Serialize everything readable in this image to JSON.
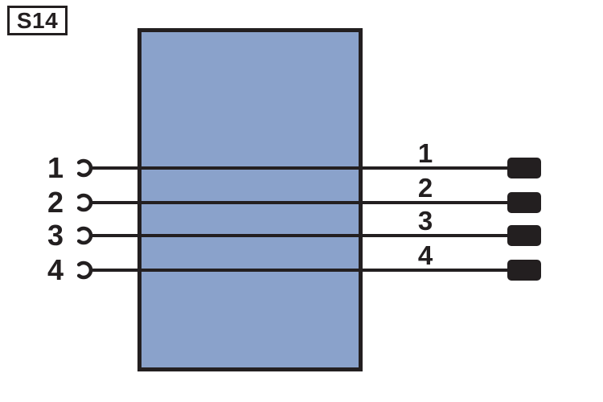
{
  "diagram": {
    "component_label": "S14",
    "component_fill": "#8aa2cb",
    "line_color": "#231f20",
    "background": "#ffffff",
    "wires": [
      {
        "left_pin": "1",
        "right_pin": "1"
      },
      {
        "left_pin": "2",
        "right_pin": "2"
      },
      {
        "left_pin": "3",
        "right_pin": "3"
      },
      {
        "left_pin": "4",
        "right_pin": "4"
      }
    ]
  }
}
